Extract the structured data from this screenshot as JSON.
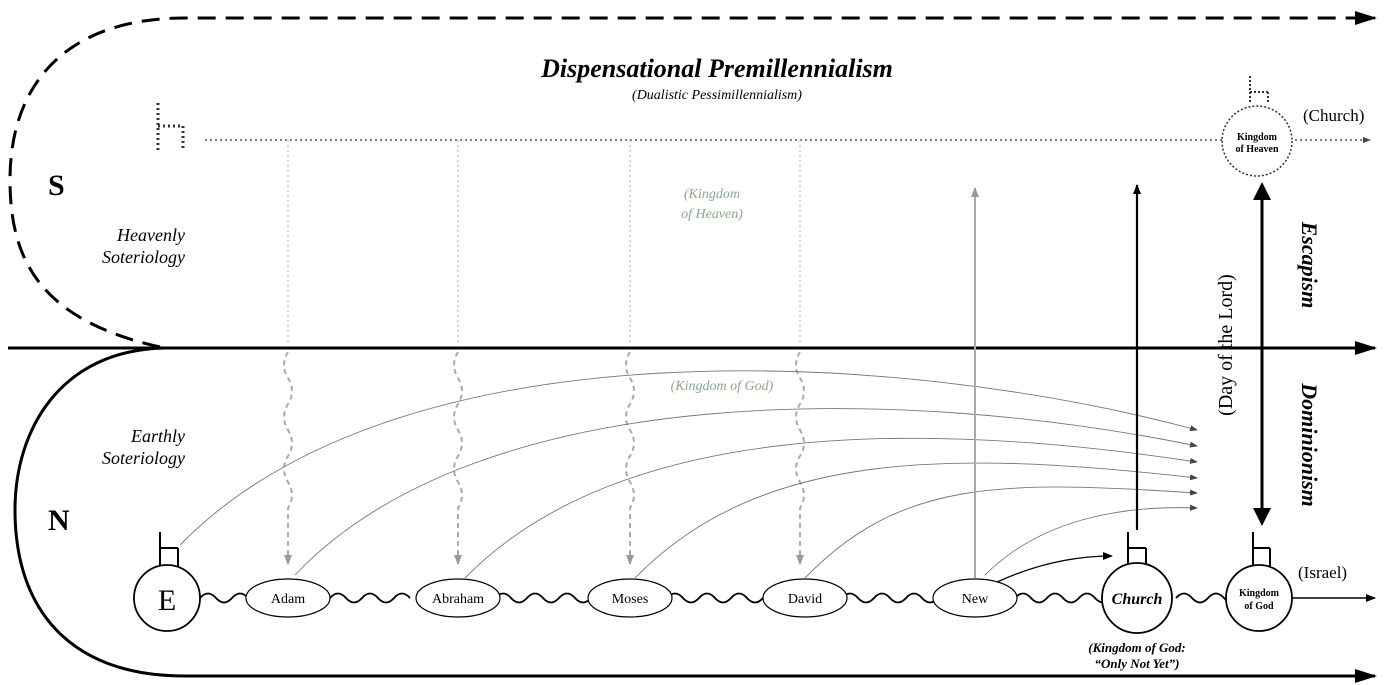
{
  "title": "Dispensational Premillennialism",
  "subtitle": "(Dualistic Pessimillennialism)",
  "regions": {
    "supernatural_letter": "S",
    "natural_letter": "N",
    "heavenly": [
      "Heavenly",
      "Soteriology"
    ],
    "earthly": [
      "Earthly",
      "Soteriology"
    ]
  },
  "kingdom_of_heaven_faded": [
    "(Kingdom",
    "of Heaven)"
  ],
  "kingdom_of_god_faded": "(Kingdom of God)",
  "nodes": {
    "eden": "E",
    "covenants": [
      "Adam",
      "Abraham",
      "Moses",
      "David",
      "New"
    ],
    "church": "Church",
    "kingdom_of_god": [
      "Kingdom",
      "of God"
    ],
    "kingdom_of_heaven": [
      "Kingdom",
      "of Heaven"
    ]
  },
  "labels": {
    "church_top": "(Church)",
    "israel": "(Israel)",
    "day_of_lord": "(Day of the Lord)",
    "escapism": "Escapism",
    "dominionism": "Dominionism",
    "church_note": [
      "(Kingdom of God:",
      "“Only Not Yet”)"
    ]
  }
}
